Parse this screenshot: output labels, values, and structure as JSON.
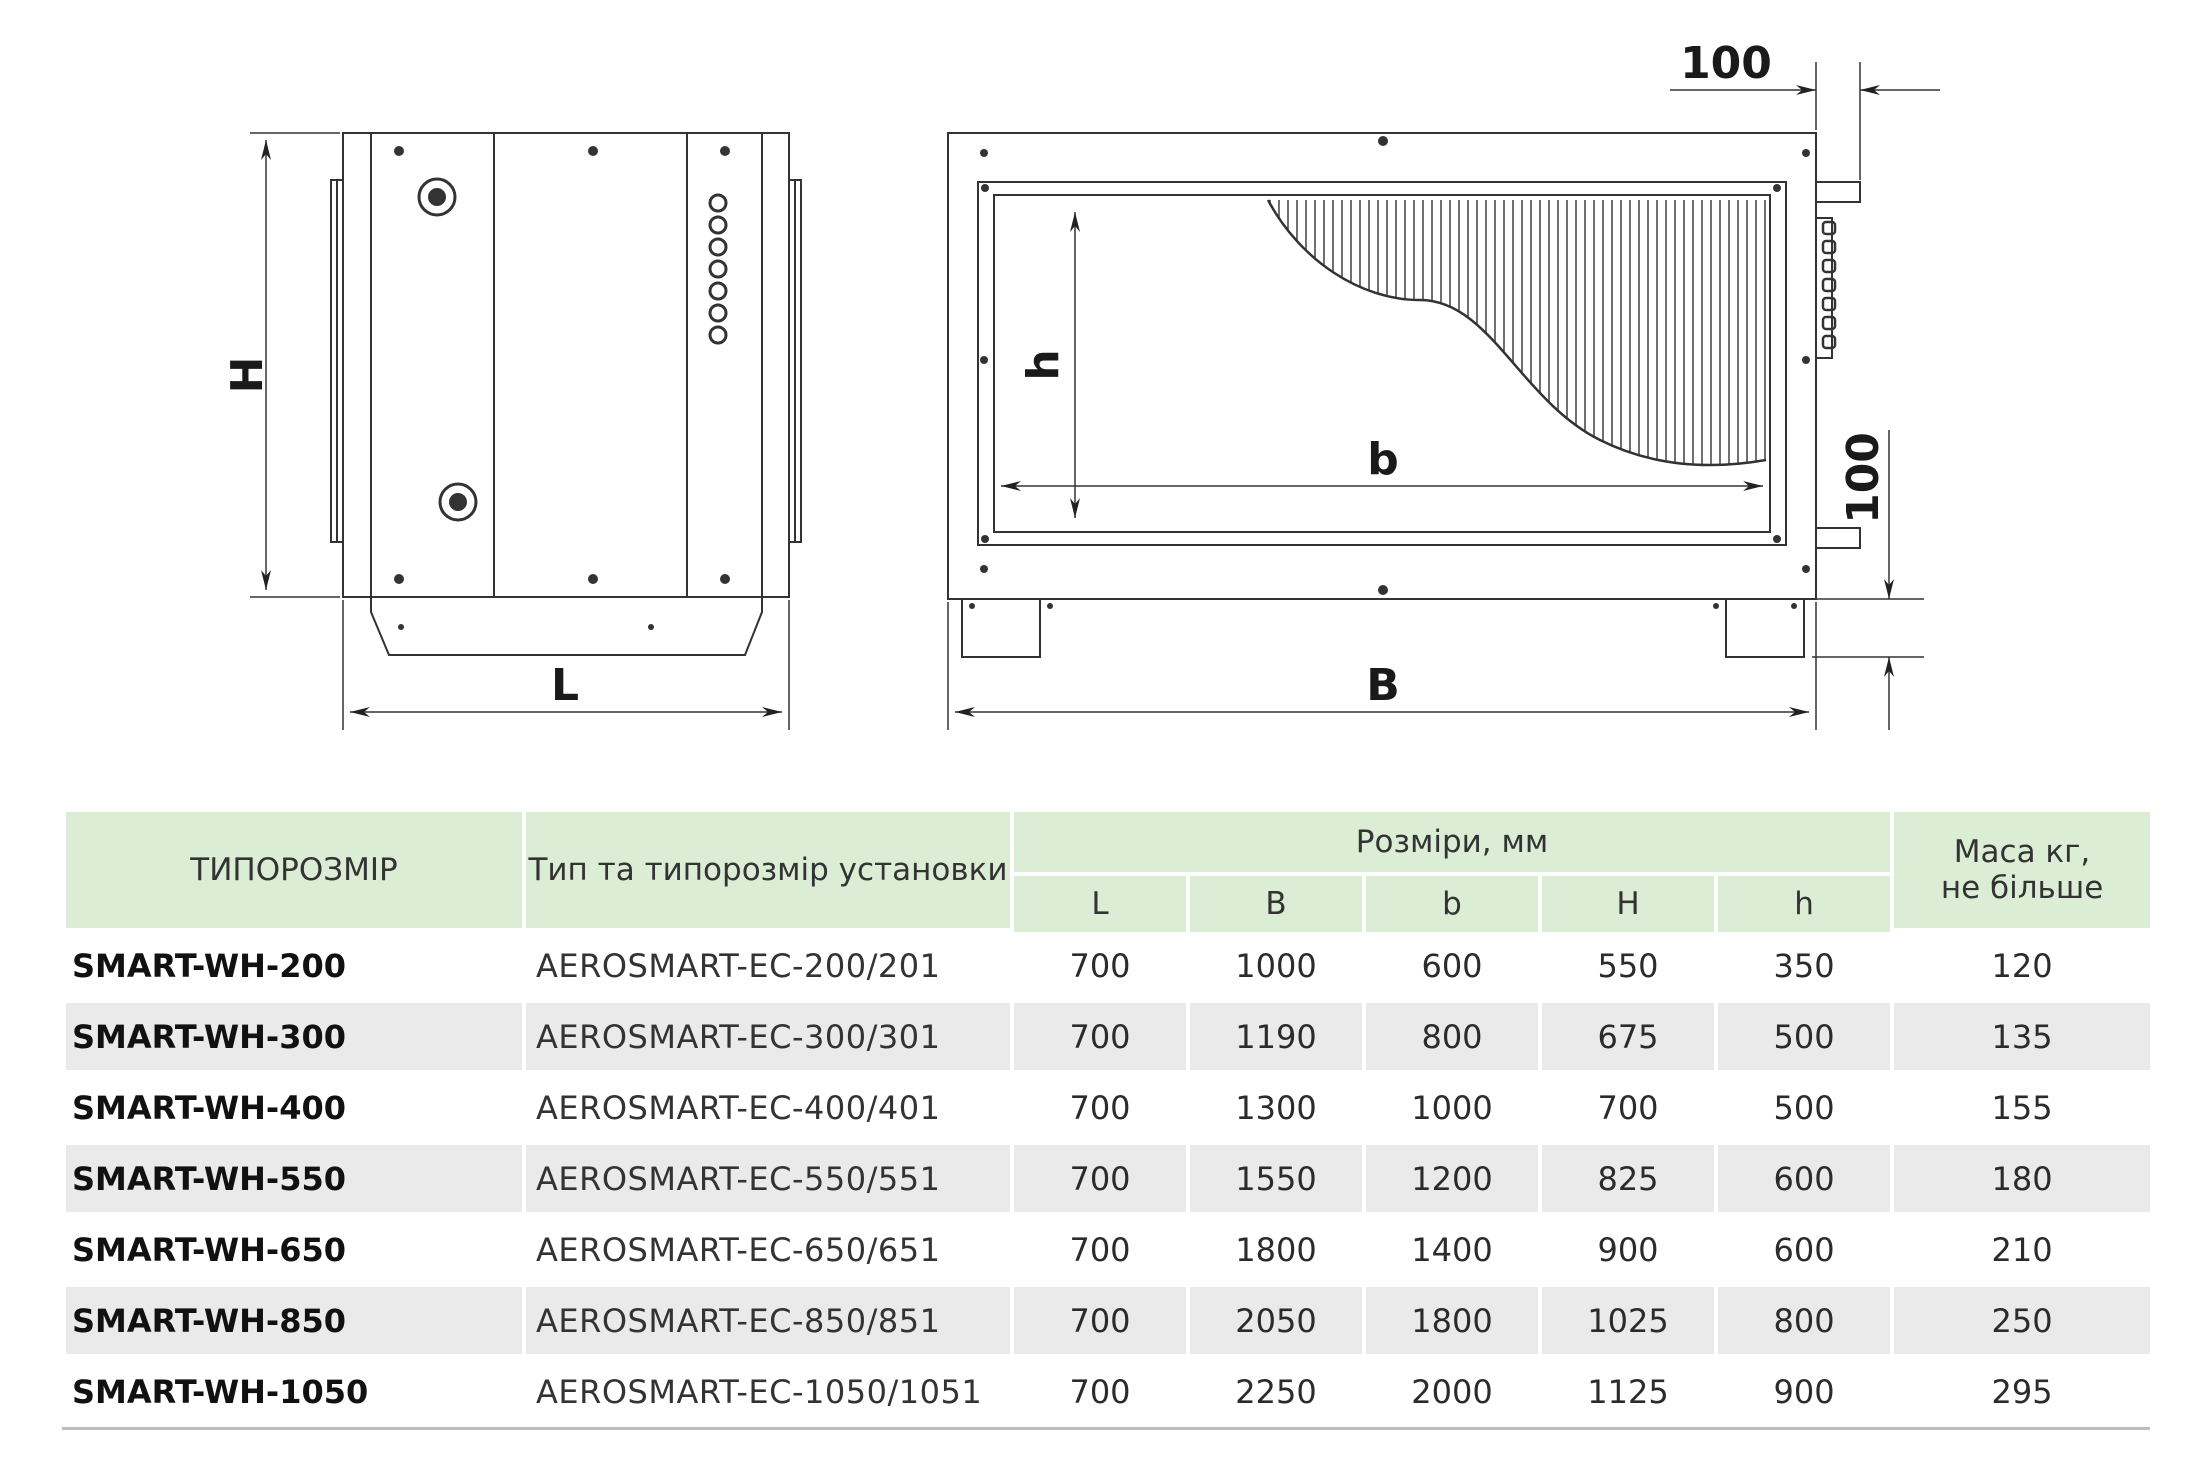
{
  "drawing": {
    "labels": {
      "H": "H",
      "L": "L",
      "h": "h",
      "b": "b",
      "B": "B",
      "dim_top": "100",
      "dim_side": "100"
    }
  },
  "table": {
    "headers": {
      "size": "ТИПОРОЗМІР",
      "unit_type": "Тип та типорозмір установки",
      "dimensions": "Розміри, мм",
      "mass": "Маса кг,",
      "mass_line2": "не більше",
      "L": "L",
      "B": "B",
      "b": "b",
      "H": "H",
      "h": "h"
    },
    "rows": [
      {
        "model": "SMART-WH-200",
        "unit": "AEROSMART-EC-200/201",
        "L": "700",
        "B": "1000",
        "b": "600",
        "H": "550",
        "h": "350",
        "mass": "120"
      },
      {
        "model": "SMART-WH-300",
        "unit": "AEROSMART-EC-300/301",
        "L": "700",
        "B": "1190",
        "b": "800",
        "H": "675",
        "h": "500",
        "mass": "135"
      },
      {
        "model": "SMART-WH-400",
        "unit": "AEROSMART-EC-400/401",
        "L": "700",
        "B": "1300",
        "b": "1000",
        "H": "700",
        "h": "500",
        "mass": "155"
      },
      {
        "model": "SMART-WH-550",
        "unit": "AEROSMART-EC-550/551",
        "L": "700",
        "B": "1550",
        "b": "1200",
        "H": "825",
        "h": "600",
        "mass": "180"
      },
      {
        "model": "SMART-WH-650",
        "unit": "AEROSMART-EC-650/651",
        "L": "700",
        "B": "1800",
        "b": "1400",
        "H": "900",
        "h": "600",
        "mass": "210"
      },
      {
        "model": "SMART-WH-850",
        "unit": "AEROSMART-EC-850/851",
        "L": "700",
        "B": "2050",
        "b": "1800",
        "H": "1025",
        "h": "800",
        "mass": "250"
      },
      {
        "model": "SMART-WH-1050",
        "unit": "AEROSMART-EC-1050/1051",
        "L": "700",
        "B": "2250",
        "b": "2000",
        "H": "1125",
        "h": "900",
        "mass": "295"
      }
    ]
  },
  "colors": {
    "header_bg": "#dcedd6",
    "row_alt_bg": "#eaeaea",
    "line": "#333333"
  }
}
